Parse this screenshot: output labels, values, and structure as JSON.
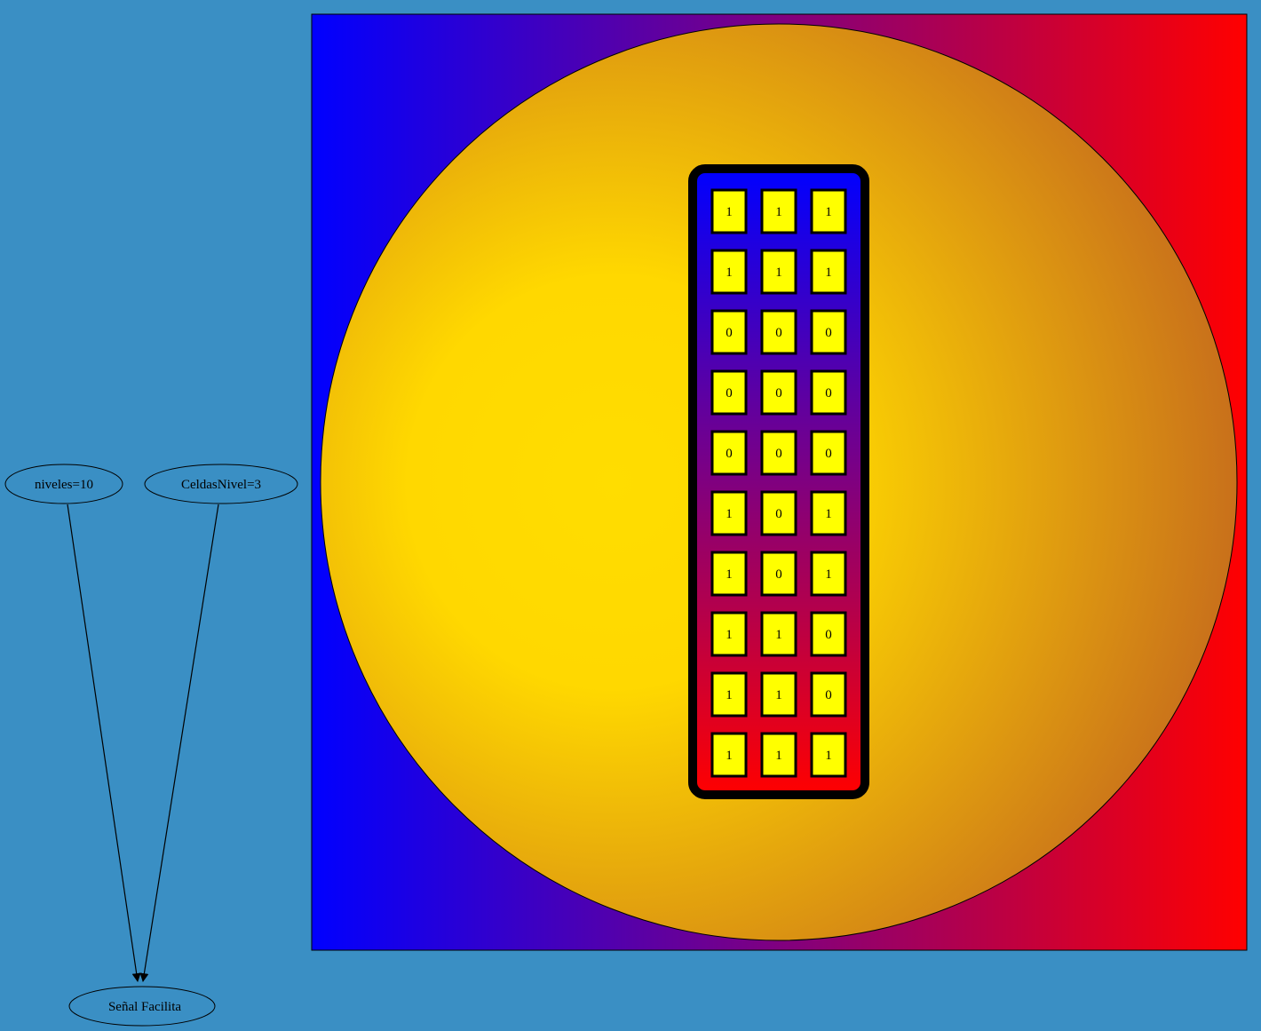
{
  "graph": {
    "nodes": {
      "niveles": {
        "label": "niveles=10"
      },
      "celdas": {
        "label": "CeldasNivel=3"
      },
      "senal": {
        "label": "Señal Facilita"
      }
    },
    "edges": [
      {
        "from": "niveles",
        "to": "senal"
      },
      {
        "from": "celdas",
        "to": "senal"
      }
    ]
  },
  "matrix": {
    "rows": [
      [
        "1",
        "1",
        "1"
      ],
      [
        "1",
        "1",
        "1"
      ],
      [
        "0",
        "0",
        "0"
      ],
      [
        "0",
        "0",
        "0"
      ],
      [
        "0",
        "0",
        "0"
      ],
      [
        "1",
        "0",
        "1"
      ],
      [
        "1",
        "0",
        "1"
      ],
      [
        "1",
        "1",
        "0"
      ],
      [
        "1",
        "1",
        "0"
      ],
      [
        "1",
        "1",
        "1"
      ]
    ]
  },
  "colors": {
    "background": "#3a8fc4",
    "gradient_left": "#0000ff",
    "gradient_right": "#ff0000",
    "circle_center": "#ffdd00",
    "circle_edge": "#c0601f",
    "cell_fill": "#ffff00",
    "outline": "#000000"
  }
}
